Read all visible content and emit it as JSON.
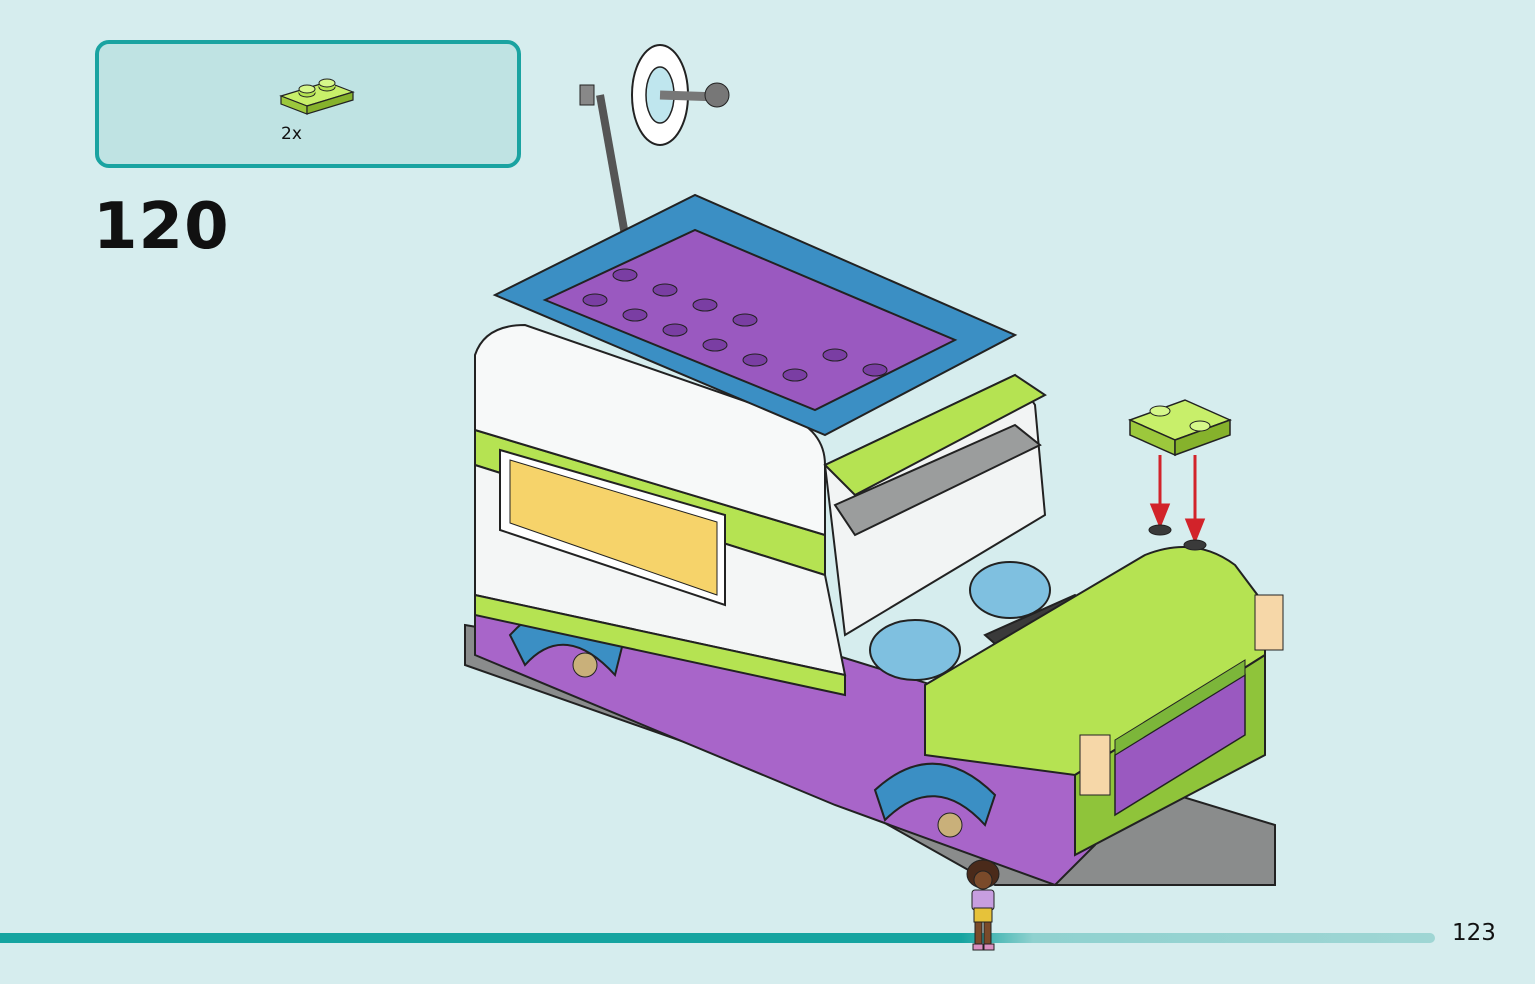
{
  "parts": {
    "items": [
      {
        "icon": "lime-plate-1x2-icon",
        "quantity": "2x",
        "color": "#b5e352"
      }
    ]
  },
  "step": {
    "number": "120"
  },
  "page": {
    "number": "123"
  },
  "progress": {
    "fraction": 0.67
  },
  "colors": {
    "accent": "#1aa3a1",
    "background": "#d6edee",
    "parts_box": "#bfe3e3",
    "lime": "#b5e352",
    "purple": "#a865c9",
    "blue": "#3b8fc4",
    "white": "#f4f6f6",
    "gray": "#9b9d9d"
  }
}
